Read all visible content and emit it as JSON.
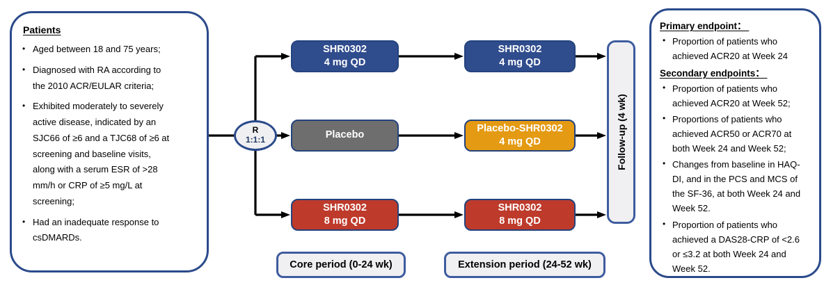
{
  "patients_panel": {
    "title": "Patients",
    "bullets": [
      "Aged between 18 and 75 years;",
      "Diagnosed with RA according to the 2010 ACR/EULAR criteria;",
      "Exhibited moderately to severely active disease, indicated by an SJC66 of ≥6 and a TJC68 of ≥6 at screening and baseline visits, along with a serum ESR of >28 mm/h or CRP of ≥5 mg/L at screening;",
      "Had an inadequate response to csDMARDs."
    ]
  },
  "randomization": {
    "label": "R",
    "ratio": "1:1:1"
  },
  "core_period": {
    "label": "Core period (0-24 wk)",
    "arms": [
      {
        "line1": "SHR0302",
        "line2": "4 mg QD",
        "color": "#2f4c8d"
      },
      {
        "line1": "Placebo",
        "line2": "",
        "color": "#6e6e6e"
      },
      {
        "line1": "SHR0302",
        "line2": "8 mg QD",
        "color": "#be3a2b"
      }
    ]
  },
  "extension_period": {
    "label": "Extension period (24-52 wk)",
    "arms": [
      {
        "line1": "SHR0302",
        "line2": "4 mg QD",
        "color": "#2f4c8d"
      },
      {
        "line1": "Placebo-SHR0302",
        "line2": "4 mg QD",
        "color": "#e49a12"
      },
      {
        "line1": "SHR0302",
        "line2": "8 mg QD",
        "color": "#be3a2b"
      }
    ]
  },
  "followup": {
    "label": "Follow-up (4 wk)"
  },
  "endpoints_panel": {
    "primary_title": "Primary endpoint： ",
    "primary_bullets": [
      "Proportion of patients who achieved ACR20 at Week 24"
    ],
    "secondary_title": "Secondary endpoints： ",
    "secondary_bullets": [
      "Proportion of patients who achieved ACR20 at Week 52;",
      "Proportions of patients who achieved ACR50 or ACR70 at both Week 24 and Week 52;",
      "Changes from baseline in HAQ-DI, and in the PCS and MCS of the SF-36, at both Week 24 and Week 52.",
      "Proportion of patients who achieved a DAS28-CRP of <2.6 or ≤3.2 at both Week 24 and Week 52."
    ]
  },
  "colors": {
    "panel_border": "#2b4a8b",
    "arm_border": "#24437e",
    "light_fill": "#f0f0f2",
    "light_border": "#3e5c9f",
    "arm_blue": "#2f4c8d",
    "arm_gray": "#6e6e6e",
    "arm_orange": "#e49a12",
    "arm_red": "#be3a2b",
    "arrow": "#000000"
  }
}
